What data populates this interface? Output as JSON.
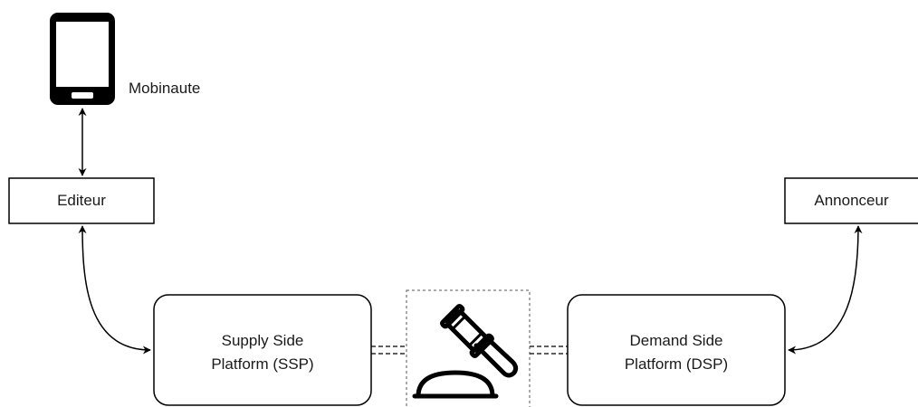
{
  "nodes": {
    "user": {
      "label": "Mobinaute",
      "icon": "smartphone-icon"
    },
    "publisher": {
      "label": "Editeur"
    },
    "advertiser": {
      "label": "Annonceur"
    },
    "ssp": {
      "line1": "Supply Side",
      "line2": "Platform (SSP)"
    },
    "dsp": {
      "line1": "Demand Side",
      "line2": "Platform (DSP)"
    },
    "auction": {
      "icon": "auction-gavel-icon"
    }
  },
  "colors": {
    "stroke": "#000000",
    "text": "#1a1a1a",
    "background": "#ffffff",
    "dashed_border": "#555555"
  }
}
